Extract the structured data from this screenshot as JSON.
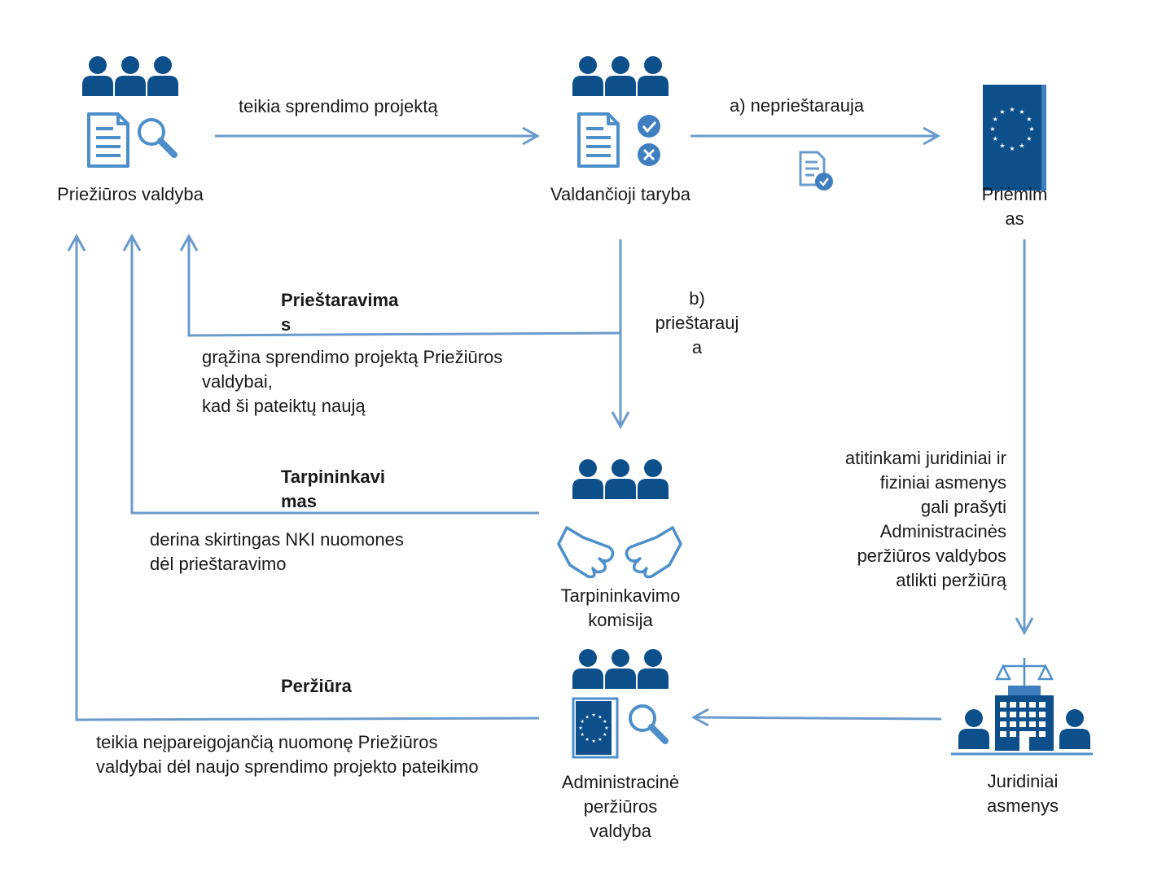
{
  "colors": {
    "dark_blue": "#0c4f8a",
    "mid_blue": "#3f7fc0",
    "arrow": "#6b9bcc",
    "light_blue": "#4d8fcb"
  },
  "nodes": {
    "supervisory_board": {
      "label": "Priežiūros valdyba"
    },
    "governing_council": {
      "label": "Valdančioji taryba"
    },
    "adoption": {
      "label_line1": "Priėmim",
      "label_line2": "as"
    },
    "mediation_panel": {
      "label_line1": "Tarpininkavimo",
      "label_line2": "komisija"
    },
    "admin_review_board": {
      "label_line1": "Administracinė",
      "label_line2": "peržiūros",
      "label_line3": "valdyba"
    },
    "legal_persons": {
      "label_line1": "Juridiniai",
      "label_line2": "asmenys"
    }
  },
  "edges": {
    "submit_draft": {
      "label": "teikia sprendimo projektą"
    },
    "no_objection": {
      "label": "a) neprieštarauja"
    },
    "objection": {
      "line1": "b)",
      "line2": "prieštarauj",
      "line3": "a"
    },
    "objection_return": {
      "title_line1": "Prieštaravima",
      "title_line2": "s",
      "line1": "grąžina sprendimo projektą Priežiūros",
      "line2": "valdybai,",
      "line3": "kad ši pateiktų naują"
    },
    "mediation": {
      "title_line1": "Tarpininkavi",
      "title_line2": "mas",
      "line1": "derina skirtingas NKI nuomones",
      "line2": "dėl prieštaravimo"
    },
    "review": {
      "title": "Peržiūra",
      "line1": "teikia neįpareigojančią nuomonę Priežiūros",
      "line2": "valdybai dėl naujo sprendimo projekto pateikimo"
    },
    "request_review": {
      "line1": "atitinkami juridiniai ir",
      "line2": "fiziniai asmenys",
      "line3": "gali prašyti",
      "line4": "Administracinės",
      "line5": "peržiūros valdybos",
      "line6": "atlikti peržiūrą"
    }
  },
  "icons": [
    "people-group-icon",
    "document-icon",
    "magnifier-icon",
    "check-circle-icon",
    "cross-circle-icon",
    "eu-book-icon",
    "document-check-icon",
    "handshake-icon",
    "court-building-icon",
    "scales-icon"
  ]
}
